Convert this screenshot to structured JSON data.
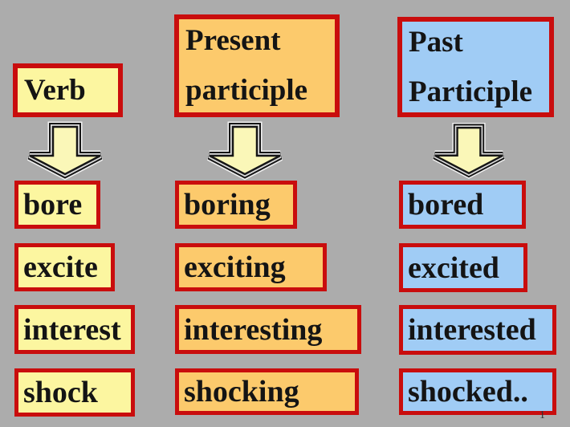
{
  "slide": {
    "page_number": "1",
    "background_color": "#ACACAC"
  },
  "colors": {
    "box_border_red": "#C90D0D",
    "verb_column_yellow": "#FCF6A0",
    "present_column_orange": "#FCCA6C",
    "past_column_blue": "#A0CCF5",
    "arrow_fill_pale_yellow": "#FAF7B8",
    "arrow_outline_dark": "#161616",
    "arrow_outline_silver": "#DEDEDE",
    "text_black": "#141414"
  },
  "icons": {
    "down_arrow": "down-arrow-icon"
  },
  "columns": [
    {
      "name": "verb",
      "header_lines": [
        "Verb"
      ],
      "words": [
        "bore",
        "excite",
        "interest",
        "shock"
      ]
    },
    {
      "name": "present-participle",
      "header_lines": [
        "Present",
        "participle"
      ],
      "words": [
        "boring",
        "exciting",
        "interesting",
        "shocking"
      ]
    },
    {
      "name": "past-participle",
      "header_lines": [
        "Past",
        "Participle"
      ],
      "words": [
        "bored",
        "excited",
        "interested",
        "shocked.."
      ]
    }
  ]
}
